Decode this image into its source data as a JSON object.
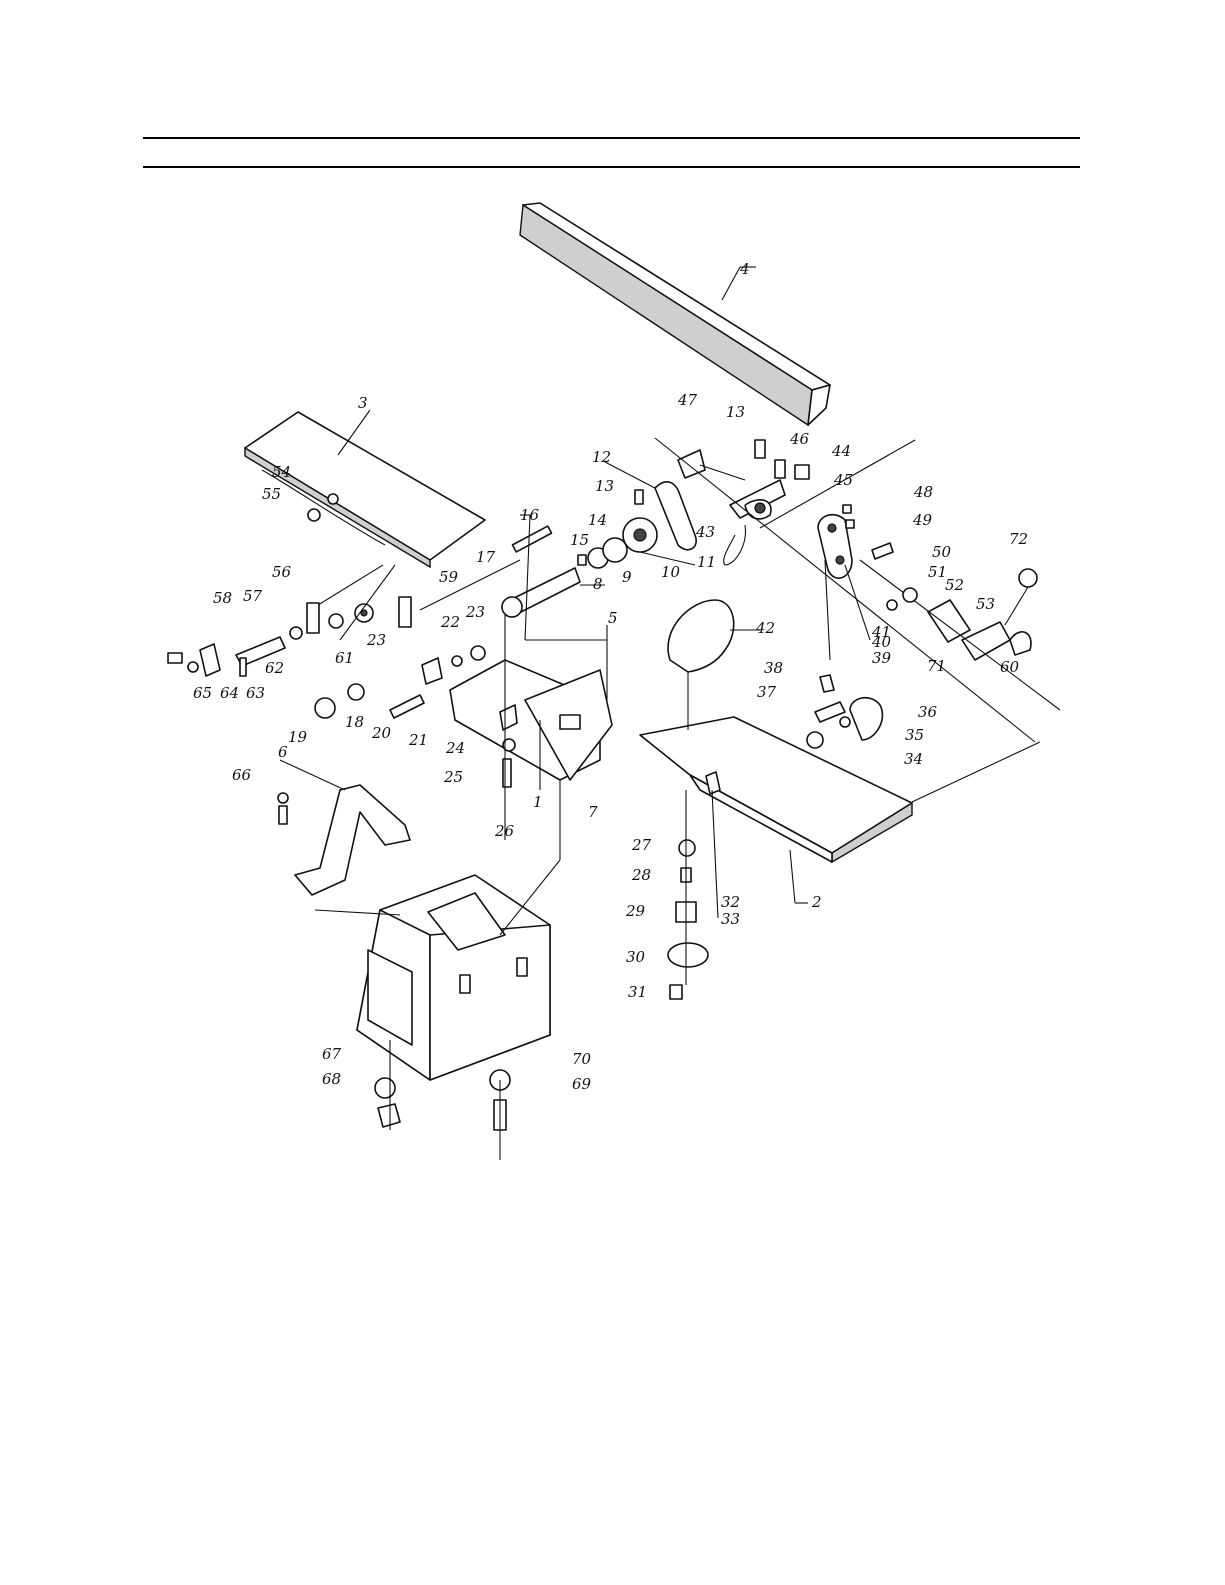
{
  "callouts": [
    {
      "id": "c1",
      "text": "1"
    },
    {
      "id": "c2",
      "text": "2"
    },
    {
      "id": "c3",
      "text": "3"
    },
    {
      "id": "c4",
      "text": "4"
    },
    {
      "id": "c5",
      "text": "5"
    },
    {
      "id": "c6",
      "text": "6"
    },
    {
      "id": "c7",
      "text": "7"
    },
    {
      "id": "c8",
      "text": "8"
    },
    {
      "id": "c9",
      "text": "9"
    },
    {
      "id": "c10",
      "text": "10"
    },
    {
      "id": "c11",
      "text": "11"
    },
    {
      "id": "c12",
      "text": "12"
    },
    {
      "id": "c13a",
      "text": "13"
    },
    {
      "id": "c13b",
      "text": "13"
    },
    {
      "id": "c14",
      "text": "14"
    },
    {
      "id": "c15",
      "text": "15"
    },
    {
      "id": "c16",
      "text": "16"
    },
    {
      "id": "c17",
      "text": "17"
    },
    {
      "id": "c18",
      "text": "18"
    },
    {
      "id": "c19",
      "text": "19"
    },
    {
      "id": "c20",
      "text": "20"
    },
    {
      "id": "c21",
      "text": "21"
    },
    {
      "id": "c22",
      "text": "22"
    },
    {
      "id": "c23a",
      "text": "23"
    },
    {
      "id": "c23b",
      "text": "23"
    },
    {
      "id": "c24",
      "text": "24"
    },
    {
      "id": "c25",
      "text": "25"
    },
    {
      "id": "c26",
      "text": "26"
    },
    {
      "id": "c27",
      "text": "27"
    },
    {
      "id": "c28",
      "text": "28"
    },
    {
      "id": "c29",
      "text": "29"
    },
    {
      "id": "c30",
      "text": "30"
    },
    {
      "id": "c31",
      "text": "31"
    },
    {
      "id": "c32",
      "text": "32"
    },
    {
      "id": "c33",
      "text": "33"
    },
    {
      "id": "c34",
      "text": "34"
    },
    {
      "id": "c35",
      "text": "35"
    },
    {
      "id": "c36",
      "text": "36"
    },
    {
      "id": "c37",
      "text": "37"
    },
    {
      "id": "c38",
      "text": "38"
    },
    {
      "id": "c39",
      "text": "39"
    },
    {
      "id": "c40",
      "text": "40"
    },
    {
      "id": "c41",
      "text": "41"
    },
    {
      "id": "c42",
      "text": "42"
    },
    {
      "id": "c43",
      "text": "43"
    },
    {
      "id": "c44",
      "text": "44"
    },
    {
      "id": "c45",
      "text": "45"
    },
    {
      "id": "c46",
      "text": "46"
    },
    {
      "id": "c47",
      "text": "47"
    },
    {
      "id": "c48",
      "text": "48"
    },
    {
      "id": "c49",
      "text": "49"
    },
    {
      "id": "c50",
      "text": "50"
    },
    {
      "id": "c51",
      "text": "51"
    },
    {
      "id": "c52",
      "text": "52"
    },
    {
      "id": "c53",
      "text": "53"
    },
    {
      "id": "c54",
      "text": "54"
    },
    {
      "id": "c55",
      "text": "55"
    },
    {
      "id": "c56",
      "text": "56"
    },
    {
      "id": "c57",
      "text": "57"
    },
    {
      "id": "c58",
      "text": "58"
    },
    {
      "id": "c59",
      "text": "59"
    },
    {
      "id": "c60",
      "text": "60"
    },
    {
      "id": "c61",
      "text": "61"
    },
    {
      "id": "c62",
      "text": "62"
    },
    {
      "id": "c63",
      "text": "63"
    },
    {
      "id": "c64",
      "text": "64"
    },
    {
      "id": "c65",
      "text": "65"
    },
    {
      "id": "c66",
      "text": "66"
    },
    {
      "id": "c67",
      "text": "67"
    },
    {
      "id": "c68",
      "text": "68"
    },
    {
      "id": "c69",
      "text": "69"
    },
    {
      "id": "c70",
      "text": "70"
    },
    {
      "id": "c71",
      "text": "71"
    },
    {
      "id": "c72",
      "text": "72"
    }
  ]
}
